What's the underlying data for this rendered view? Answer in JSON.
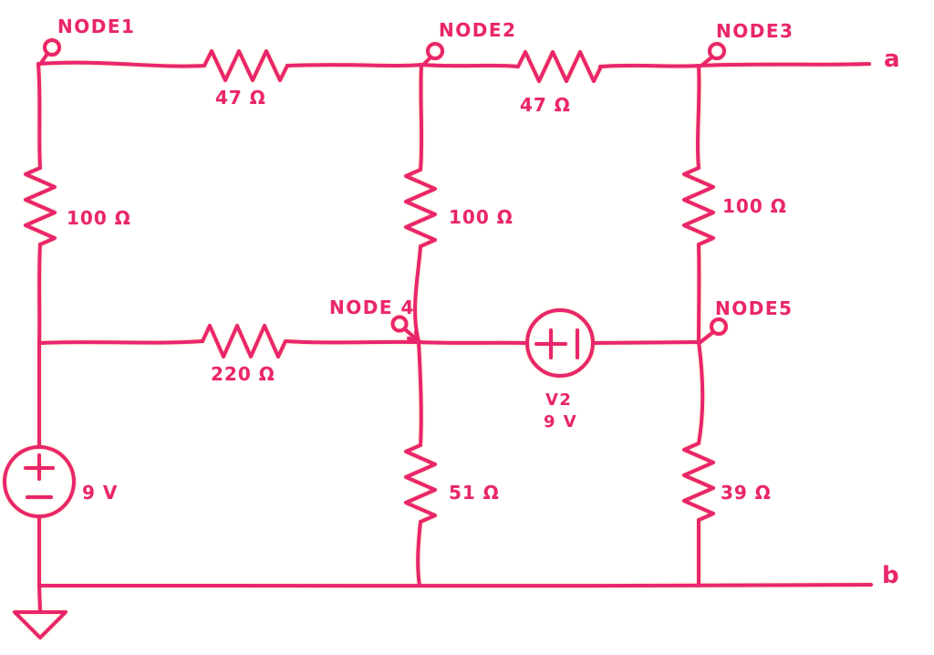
{
  "colors": {
    "ink": "#E9256E",
    "background": "#FFFFFF"
  },
  "nodes": {
    "n1": "NODE1",
    "n2": "NODE2",
    "n3": "NODE3",
    "n4": "NODE 4",
    "n5": "NODE5"
  },
  "terminals": {
    "a": "a",
    "b": "b"
  },
  "resistors": {
    "r1": "47 Ω",
    "r2": "47 Ω",
    "r3": "100 Ω",
    "r4": "100 Ω",
    "r5": "100 Ω",
    "r6": "220 Ω",
    "r7": "51 Ω",
    "r8": "39 Ω"
  },
  "sources": {
    "v1_value": "9 V",
    "v2_name": "V2",
    "v2_value": "9 V",
    "v1_polarity": "+ −",
    "v2_polarity": "+ |"
  }
}
